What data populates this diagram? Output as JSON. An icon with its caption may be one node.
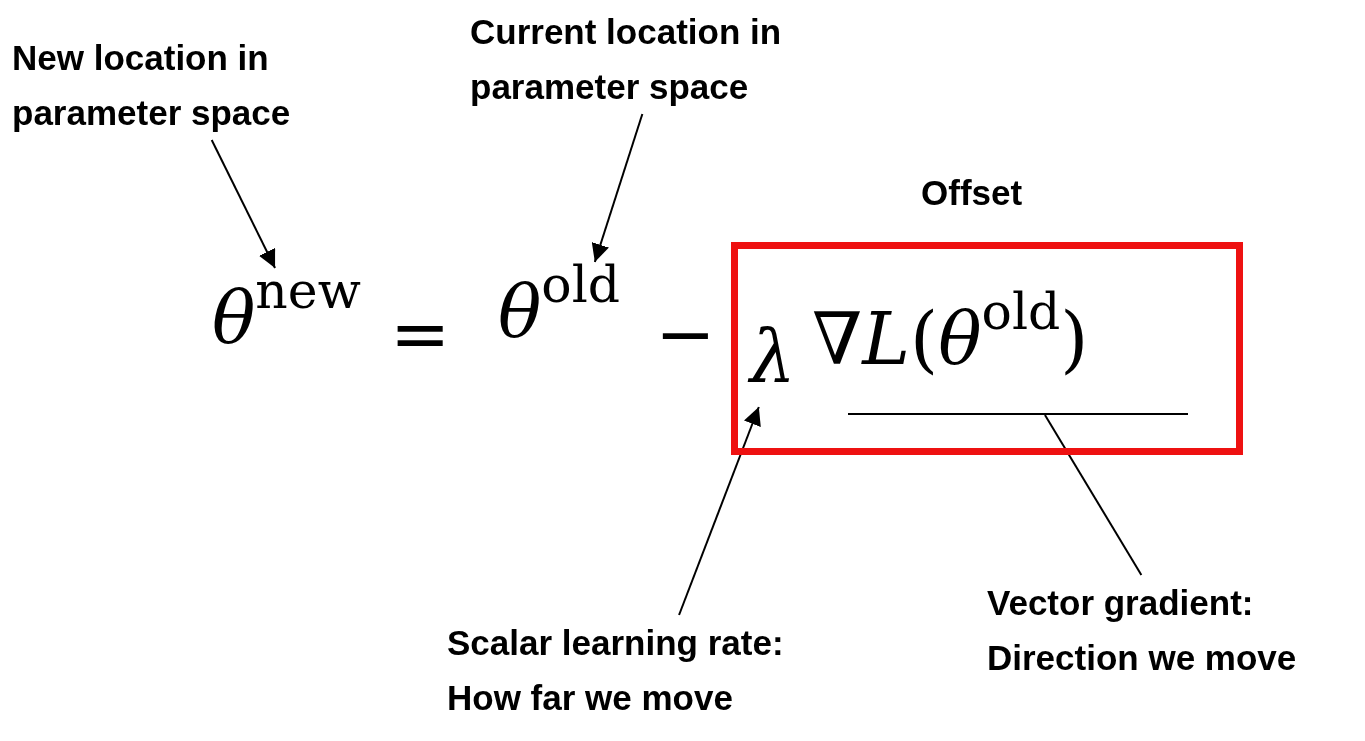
{
  "diagram": {
    "nodes": [
      {
        "text": [
          "New location in parameter space"
        ]
      },
      {
        "text": [
          "Current location in parameter space"
        ]
      },
      {
        "text": [
          "*θ*$^{new}$"
        ]
      },
      {
        "text": [
          "*θ*$^{old}$"
        ]
      },
      {
        "text": [
          "Offset"
        ]
      },
      {
        "text": [
          "λ"
        ],
        "in": 4
      },
      {
        "text": [
          "∇*L*(*θ*$^{old}$)"
        ],
        "in": 4
      },
      {
        "text": [
          "Scalar learning rate: How far we move"
        ]
      },
      {
        "text": [
          "Vector gradient: Direction we move"
        ]
      }
    ],
    "edges": [
      {
        "from": 0,
        "to": 2,
        "arrow": "to"
      },
      {
        "from": 1,
        "to": 3,
        "arrow": "to"
      },
      {
        "from": 7,
        "to": 5,
        "arrow": "to"
      },
      {
        "from": 8,
        "to": 6,
        "arrow": "none"
      }
    ],
    "labels": [
      "=",
      "−"
    ]
  }
}
